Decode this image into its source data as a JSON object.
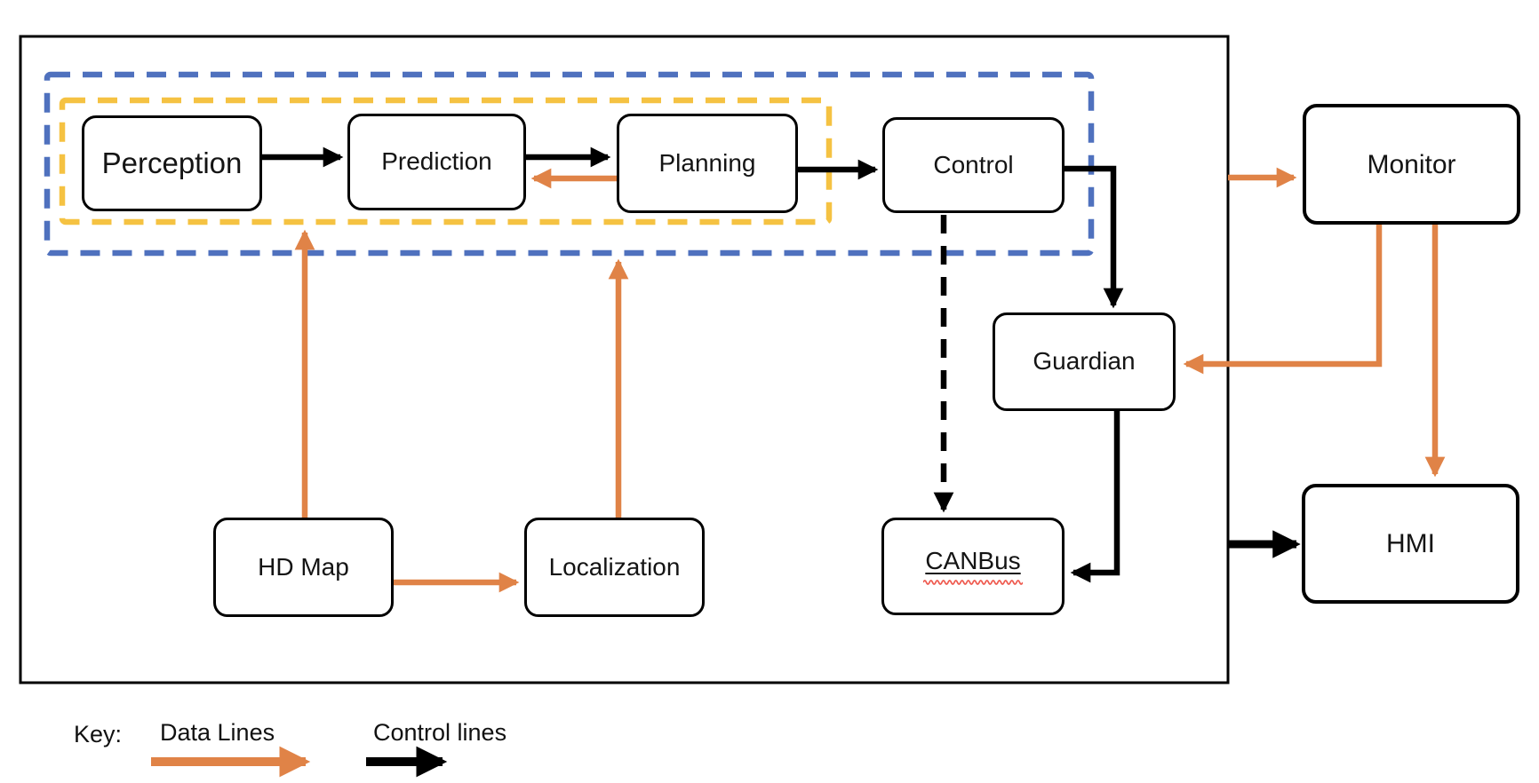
{
  "nodes": {
    "perception": {
      "label": "Perception"
    },
    "prediction": {
      "label": "Prediction"
    },
    "planning": {
      "label": "Planning"
    },
    "control": {
      "label": "Control"
    },
    "monitor": {
      "label": "Monitor"
    },
    "guardian": {
      "label": "Guardian"
    },
    "hd_map": {
      "label": "HD Map"
    },
    "localization": {
      "label": "Localization"
    },
    "canbus": {
      "label": "CANBus"
    },
    "hmi": {
      "label": "HMI"
    }
  },
  "legend": {
    "key_label": "Key:",
    "data_lines": "Data Lines",
    "control_lines": "Control lines"
  },
  "colors": {
    "data_line": "#E08347",
    "control_line": "#000000",
    "blue_group": "#4F71BE",
    "yellow_group": "#F5C242",
    "spellcheck": "#EF5B50"
  },
  "edges": [
    {
      "from": "Perception",
      "to": "Prediction",
      "type": "control"
    },
    {
      "from": "Prediction",
      "to": "Planning",
      "type": "control"
    },
    {
      "from": "Planning",
      "to": "Control",
      "type": "control"
    },
    {
      "from": "Planning",
      "to": "Prediction",
      "type": "data"
    },
    {
      "from": "Control",
      "to": "Guardian",
      "type": "control"
    },
    {
      "from": "Control",
      "to": "CANBus",
      "type": "control-dashed"
    },
    {
      "from": "Guardian",
      "to": "CANBus",
      "type": "control"
    },
    {
      "from": "HD Map",
      "to": "yellow-group-boundary",
      "type": "data"
    },
    {
      "from": "HD Map",
      "to": "Localization",
      "type": "data"
    },
    {
      "from": "Localization",
      "to": "blue-group-boundary",
      "type": "data"
    },
    {
      "from": "outer-box",
      "to": "Monitor",
      "type": "data"
    },
    {
      "from": "Monitor",
      "to": "Guardian",
      "type": "data"
    },
    {
      "from": "Monitor",
      "to": "HMI",
      "type": "data"
    },
    {
      "from": "outer-box",
      "to": "HMI",
      "type": "control"
    }
  ]
}
